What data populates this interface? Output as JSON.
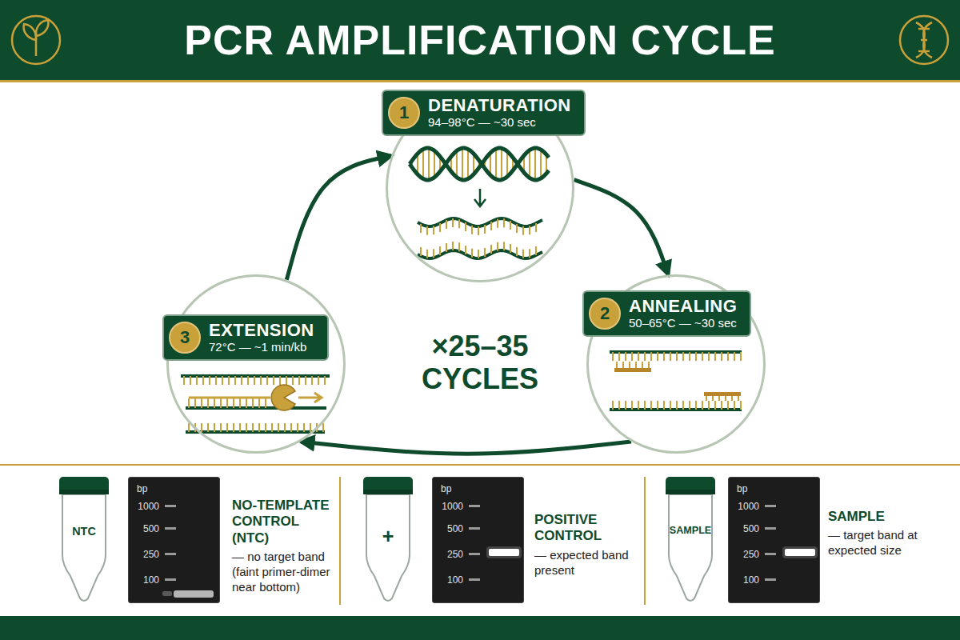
{
  "diagram": {
    "title": "PCR AMPLIFICATION CYCLE",
    "nodes": [
      {
        "text": [
          "1",
          "DENATURATION",
          "94–98°C — ~30 sec"
        ]
      },
      {
        "text": [
          "2",
          "ANNEALING",
          "50–65°C — ~30 sec"
        ]
      },
      {
        "text": [
          "3",
          "EXTENSION",
          "72°C — ~1 min/kb"
        ]
      },
      {
        "text": [
          "NTC"
        ]
      },
      {
        "text": [
          "bp",
          "1000",
          "500",
          "250",
          "100"
        ]
      },
      {
        "text": [
          "+"
        ]
      },
      {
        "text": [
          "bp",
          "1000",
          "500",
          "250",
          "100"
        ]
      },
      {
        "text": [
          "SAMPLE"
        ]
      },
      {
        "text": [
          "bp",
          "1000",
          "500",
          "250",
          "100"
        ]
      }
    ],
    "edges": [
      {
        "from": 0,
        "to": 1,
        "arrow": "to"
      },
      {
        "from": 1,
        "to": 2,
        "arrow": "to"
      },
      {
        "from": 2,
        "to": 0,
        "arrow": "to"
      }
    ],
    "labels": [
      "×25–35 CYCLES",
      "NO-TEMPLATE CONTROL (NTC)",
      "— no target band",
      "(faint primer-dimer near bottom)",
      "POSITIVE CONTROL",
      "— expected band present",
      "SAMPLE",
      "— target band at expected size"
    ]
  }
}
